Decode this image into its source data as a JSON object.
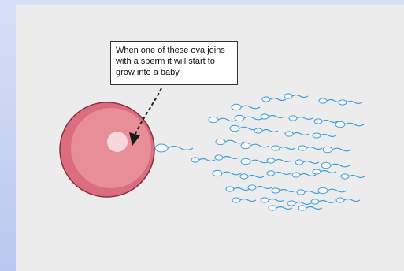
{
  "callout": {
    "lines": [
      "When one of these ova joins",
      "with a sperm it will start to",
      "grow into a baby"
    ]
  },
  "colors": {
    "background": "#ececec",
    "ovum_outer": "#dc6d7f",
    "ovum_inner": "#e78e99",
    "ovum_nucleus": "#f6d7dc",
    "sperm_head": "#f7f7f7",
    "sperm_tail": "#3f9fd8"
  },
  "icons": [
    "ovum-cell",
    "sperm-cell",
    "dashed-arrow"
  ]
}
